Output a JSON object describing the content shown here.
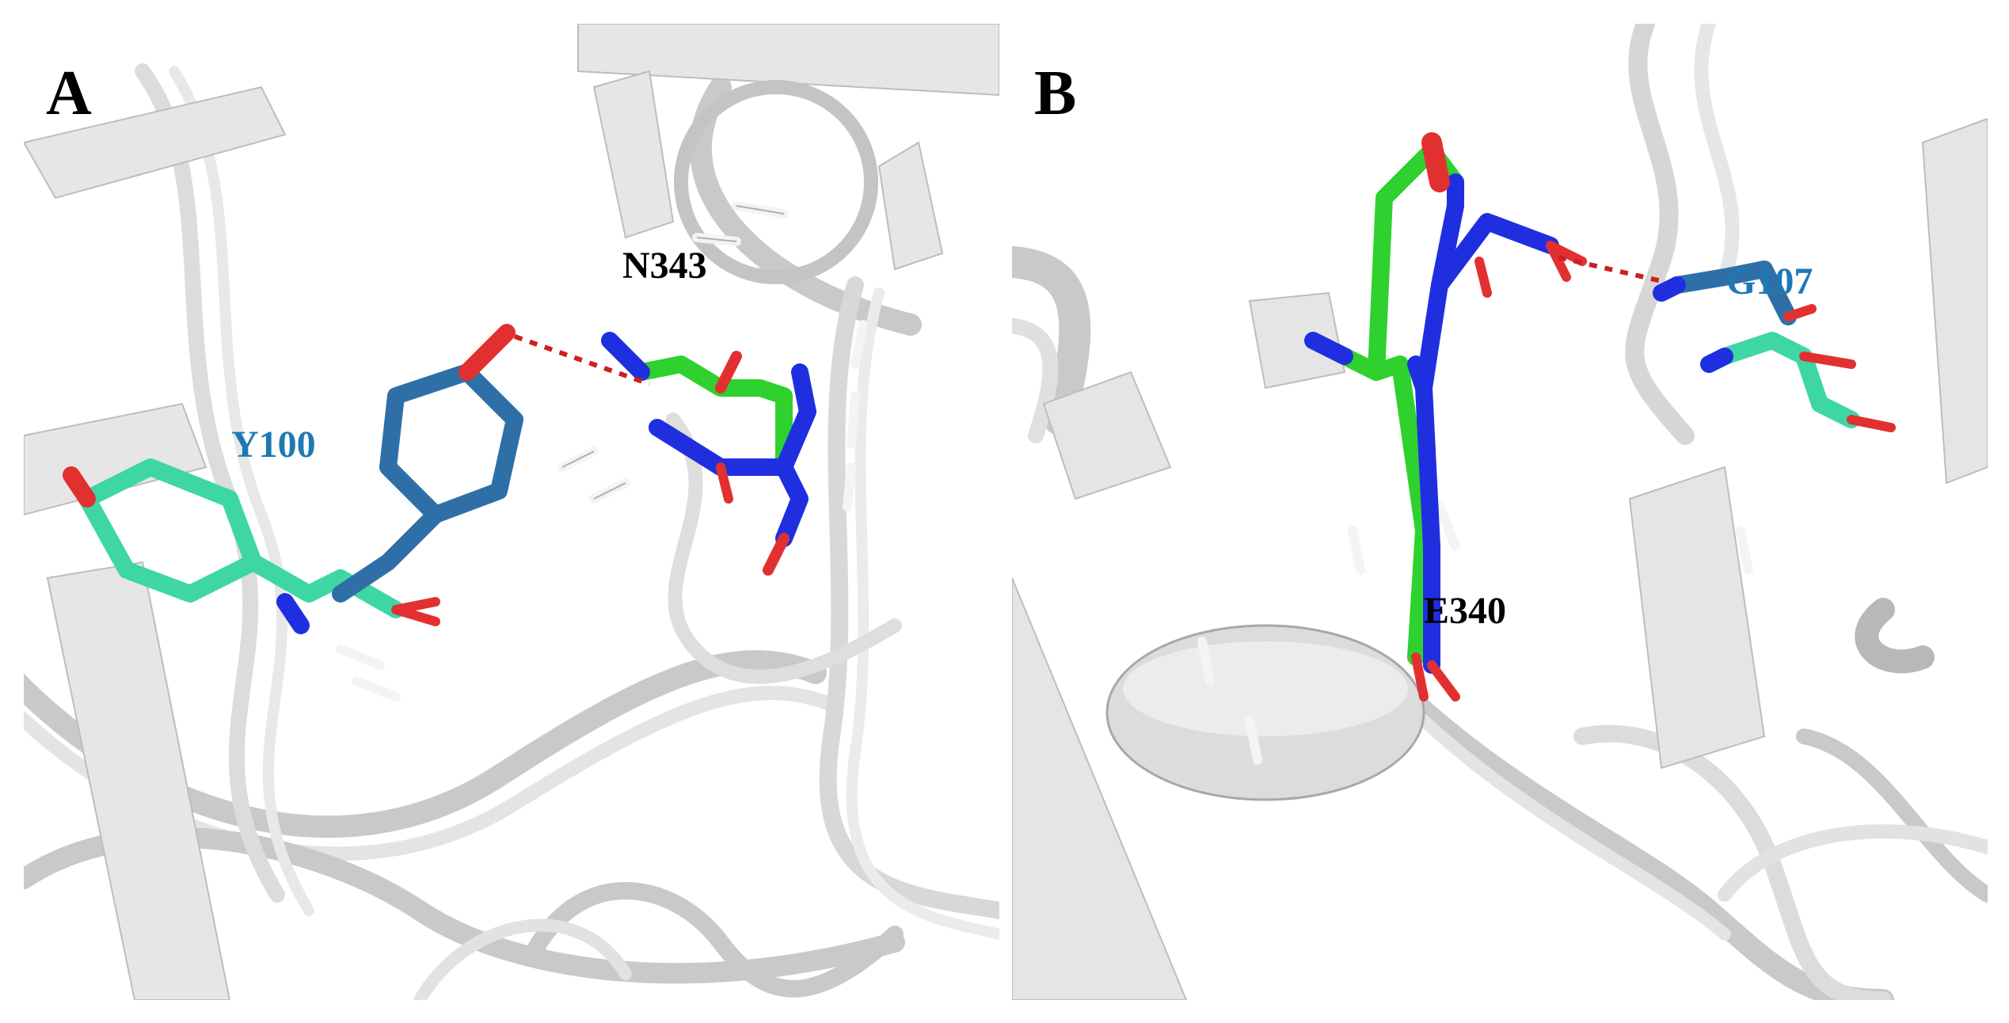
{
  "panels": [
    {
      "letter": "A",
      "labels": [
        {
          "text": "N343",
          "color": "#000000"
        },
        {
          "text": "Y100",
          "color": "#1f78b4"
        }
      ],
      "hbond_color": "#cc1f1f"
    },
    {
      "letter": "B",
      "labels": [
        {
          "text": "G107",
          "color": "#1f78b4"
        },
        {
          "text": "E340",
          "color": "#000000"
        }
      ],
      "hbond_color": "#cc1f1f"
    }
  ],
  "colors": {
    "cartoon": "#d2d2d2",
    "cartoon_shadow": "#9a9a9a",
    "carbon_green": "#2ed12e",
    "carbon_teal": "#3fd6a6",
    "carbon_steelblue": "#2f6fa8",
    "nitrogen_blue": "#1f2fe0",
    "oxygen_red": "#e23030"
  }
}
